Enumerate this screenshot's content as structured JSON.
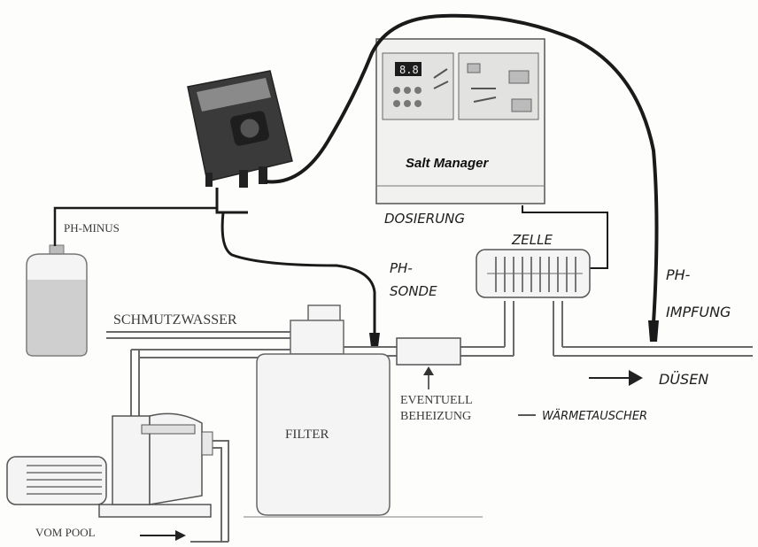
{
  "labels": {
    "ph_minus": "PH-MINUS",
    "schmutzwasser": "SCHMUTZWASSER",
    "filter": "FILTER",
    "vom_pool": "VOM POOL",
    "salt_manager": "Salt Manager",
    "dosierung": "DOSIERUNG",
    "zelle": "ZELLE",
    "ph_sonde_line1": "PH-",
    "ph_sonde_line2": "SONDE",
    "ph_impfung_line1": "PH-",
    "ph_impfung_line2": "IMPFUNG",
    "duesen": "DÜSEN",
    "eventuell": "EVENTUELL",
    "beheizung": "BEHEIZUNG",
    "waermetauscher": "WÄRMETAUSCHER",
    "display_value": "8.8"
  },
  "colors": {
    "pipe": "#6a6a6a",
    "hose": "#1a1a1a",
    "device_dark": "#3c3c3c",
    "panel": "#ececec"
  }
}
